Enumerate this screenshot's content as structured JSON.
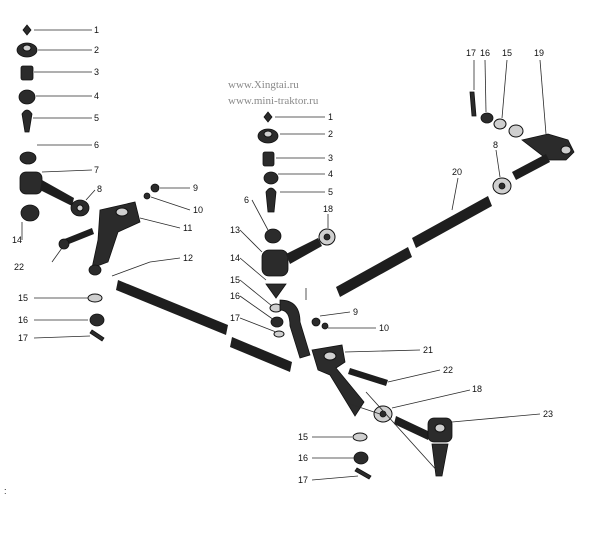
{
  "watermarks": [
    "www.Xingtai.ru",
    "www.mini-traktor.ru"
  ],
  "stray_mark": ":",
  "callouts": {
    "left": [
      "1",
      "2",
      "3",
      "4",
      "5",
      "6",
      "7",
      "8",
      "9",
      "10",
      "11",
      "12",
      "14",
      "22",
      "15",
      "16",
      "17"
    ],
    "center": [
      "1",
      "2",
      "3",
      "4",
      "5",
      "6",
      "13",
      "18",
      "14",
      "15",
      "16",
      "17",
      "9",
      "10",
      "21",
      "22",
      "18",
      "23",
      "15",
      "16",
      "17"
    ],
    "right": [
      "17",
      "16",
      "15",
      "19",
      "8",
      "20"
    ]
  }
}
